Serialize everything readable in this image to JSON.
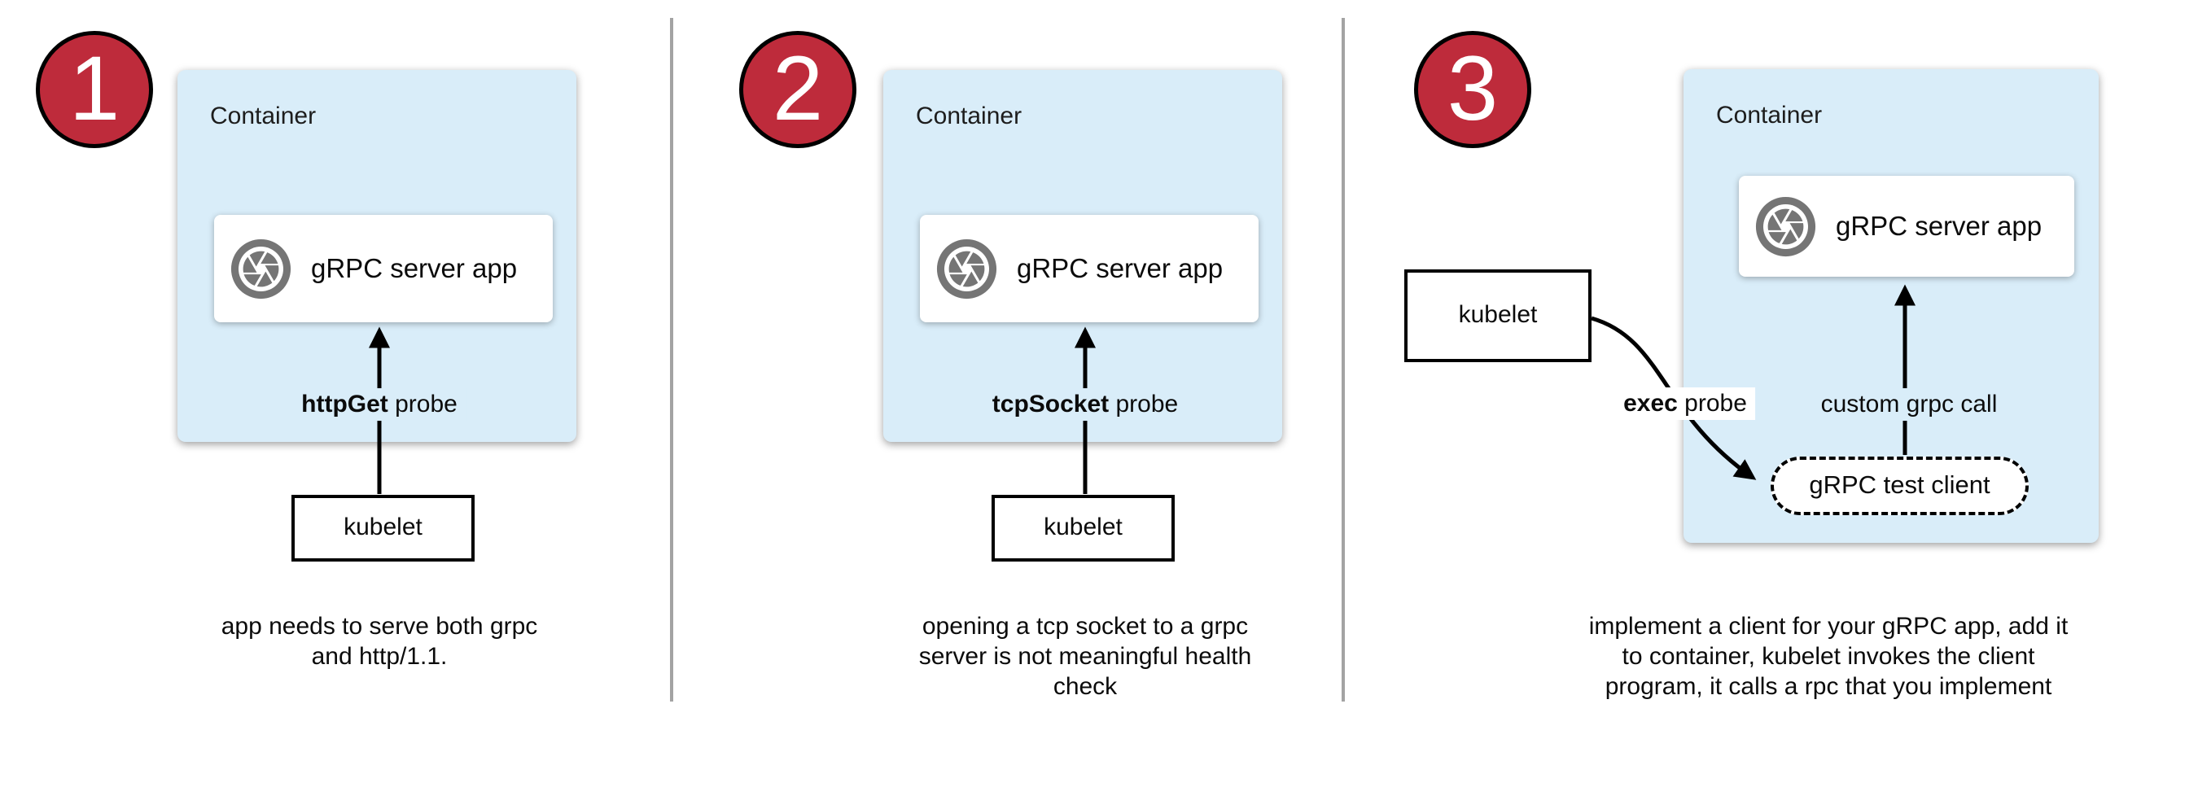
{
  "colors": {
    "container_fill": "#d9edf9",
    "badge_fill": "#be2b3b",
    "icon_gray": "#757575",
    "divider_gray": "#a3a3a3"
  },
  "icons": {
    "app_icon": "camera-aperture-icon"
  },
  "panels": [
    {
      "badge": "1",
      "container_label": "Container",
      "app_box_label": "gRPC server app",
      "probe_bold": "httpGet",
      "probe_rest": " probe",
      "kubelet_label": "kubelet",
      "caption_lines": [
        "app needs to serve both grpc",
        "and http/1.1."
      ]
    },
    {
      "badge": "2",
      "container_label": "Container",
      "app_box_label": "gRPC server app",
      "probe_bold": "tcpSocket",
      "probe_rest": " probe",
      "kubelet_label": "kubelet",
      "caption_lines": [
        "opening a tcp socket to a grpc",
        "server is not meaningful health",
        "check"
      ]
    },
    {
      "badge": "3",
      "container_label": "Container",
      "app_box_label": "gRPC server app",
      "probe_bold": "exec",
      "probe_rest": " probe",
      "kubelet_label": "kubelet",
      "custom_call_label": "custom grpc call",
      "test_client_label": "gRPC test client",
      "caption_lines": [
        "implement a client for your gRPC app, add it",
        "to container, kubelet invokes the client",
        "program, it calls a rpc that you implement"
      ]
    }
  ]
}
